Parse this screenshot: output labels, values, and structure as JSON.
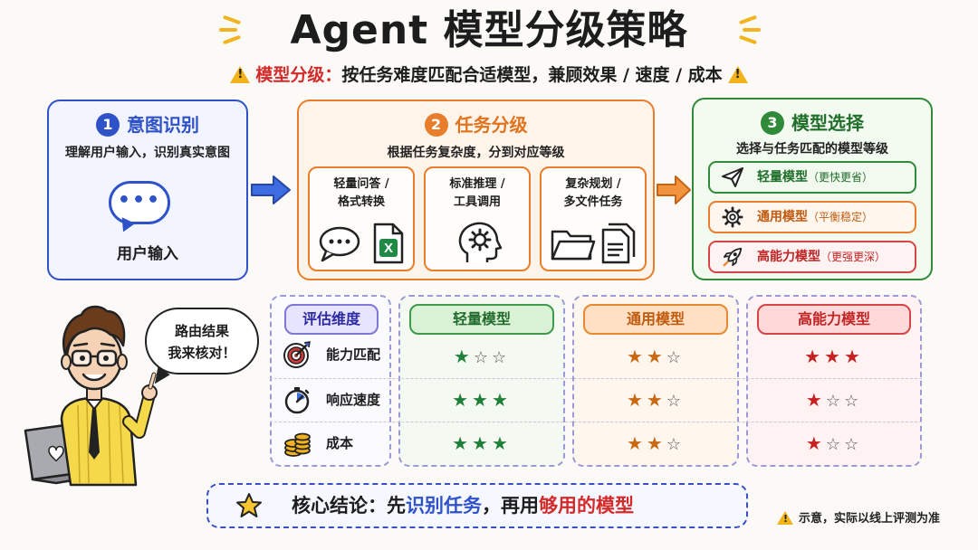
{
  "title": "Agent 模型分级策略",
  "subtitle": {
    "label": "模型分级：",
    "text": "按任务难度匹配合适模型，兼顾效果 / 速度 / 成本"
  },
  "step1": {
    "number": "1",
    "title": "意图识别",
    "desc": "理解用户输入，识别真实意图",
    "icon_text": "•••",
    "user_label": "用户输入"
  },
  "step2": {
    "number": "2",
    "title": "任务分级",
    "desc": "根据任务复杂度，分到对应等级",
    "tiers": [
      {
        "line1": "轻量问答 /",
        "line2": "格式转换"
      },
      {
        "line1": "标准推理 /",
        "line2": "工具调用"
      },
      {
        "line1": "复杂规划 /",
        "line2": "多文件任务"
      }
    ],
    "chat_icon_text": "•••",
    "excel_letter": "X"
  },
  "step3": {
    "number": "3",
    "title": "模型选择",
    "desc": "选择与任务匹配的模型等级",
    "models": [
      {
        "name": "轻量模型",
        "note": "（更快更省）",
        "color": "#2f8a3a",
        "icon": "paper-plane-icon"
      },
      {
        "name": "通用模型",
        "note": "（平衡稳定）",
        "color": "#e87e2c",
        "icon": "gear-icon"
      },
      {
        "name": "高能力模型",
        "note": "（更强更深）",
        "color": "#d64545",
        "icon": "rocket-icon"
      }
    ]
  },
  "table": {
    "dim_header": "评估维度",
    "columns": [
      "轻量模型",
      "通用模型",
      "高能力模型"
    ],
    "rows": [
      {
        "dimension": "能力匹配",
        "icon": "target-icon",
        "stars": [
          1,
          2,
          3
        ]
      },
      {
        "dimension": "响应速度",
        "icon": "stopwatch-icon",
        "stars": [
          3,
          2,
          1
        ]
      },
      {
        "dimension": "成本",
        "icon": "coins-icon",
        "stars": [
          3,
          2,
          1
        ]
      }
    ],
    "max_stars": 3
  },
  "speech": {
    "line1": "路由结果",
    "line2": "我来核对！"
  },
  "conclusion": {
    "prefix": "核心结论：先",
    "blue": "识别任务",
    "mid": "，再用",
    "red": "够用的模型"
  },
  "note": "示意，实际以线上评测为准",
  "colors": {
    "blue": "#2f52c8",
    "orange": "#e87e2c",
    "green": "#2f8a3a",
    "red": "#d64545",
    "yellow": "#f3b21b"
  }
}
